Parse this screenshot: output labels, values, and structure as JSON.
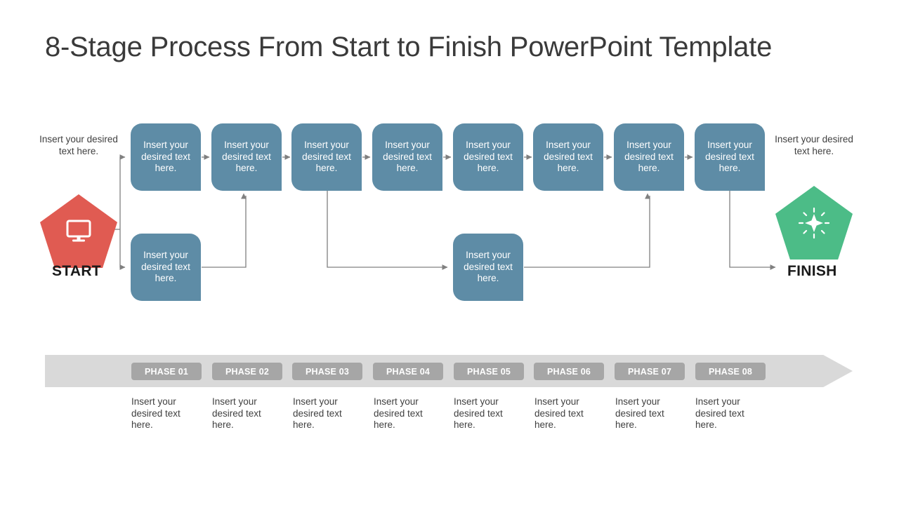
{
  "slide": {
    "title": "8-Stage Process From Start to Finish PowerPoint Template",
    "background": "#ffffff"
  },
  "colors": {
    "box_blue": "#5e8ca6",
    "start_red": "#e05b52",
    "finish_green": "#4cbc87",
    "bar_gray": "#d9d9d9",
    "pill_gray": "#a6a6a6",
    "connector_gray": "#808080",
    "text_dark": "#404040",
    "text_white": "#ffffff"
  },
  "placeholder_text": "Insert your desired text here.",
  "start": {
    "caption": "Insert your desired text here.",
    "label": "START",
    "icon": "monitor-icon",
    "color": "#e05b52"
  },
  "finish": {
    "caption": "Insert your desired text here.",
    "label": "FINISH",
    "icon": "sparkle-icon",
    "color": "#4cbc87"
  },
  "top_boxes": [
    {
      "text": "Insert your desired text here."
    },
    {
      "text": "Insert your desired text here."
    },
    {
      "text": "Insert your desired text here."
    },
    {
      "text": "Insert your desired text here."
    },
    {
      "text": "Insert your desired text here."
    },
    {
      "text": "Insert your desired text here."
    },
    {
      "text": "Insert your desired text here."
    },
    {
      "text": "Insert your desired text here."
    }
  ],
  "lower_boxes": [
    {
      "text": "Insert your desired text here."
    },
    {
      "text": "Insert your desired text here."
    }
  ],
  "phase_bar": {
    "pills": [
      {
        "label": "PHASE 01"
      },
      {
        "label": "PHASE 02"
      },
      {
        "label": "PHASE 03"
      },
      {
        "label": "PHASE 04"
      },
      {
        "label": "PHASE 05"
      },
      {
        "label": "PHASE 06"
      },
      {
        "label": "PHASE 07"
      },
      {
        "label": "PHASE 08"
      }
    ],
    "captions": [
      {
        "text": "Insert your desired text here."
      },
      {
        "text": "Insert your desired text here."
      },
      {
        "text": "Insert your desired text here."
      },
      {
        "text": "Insert your desired text here."
      },
      {
        "text": "Insert your desired text here."
      },
      {
        "text": "Insert your desired text here."
      },
      {
        "text": "Insert your desired text here."
      },
      {
        "text": "Insert your desired text here."
      }
    ]
  }
}
